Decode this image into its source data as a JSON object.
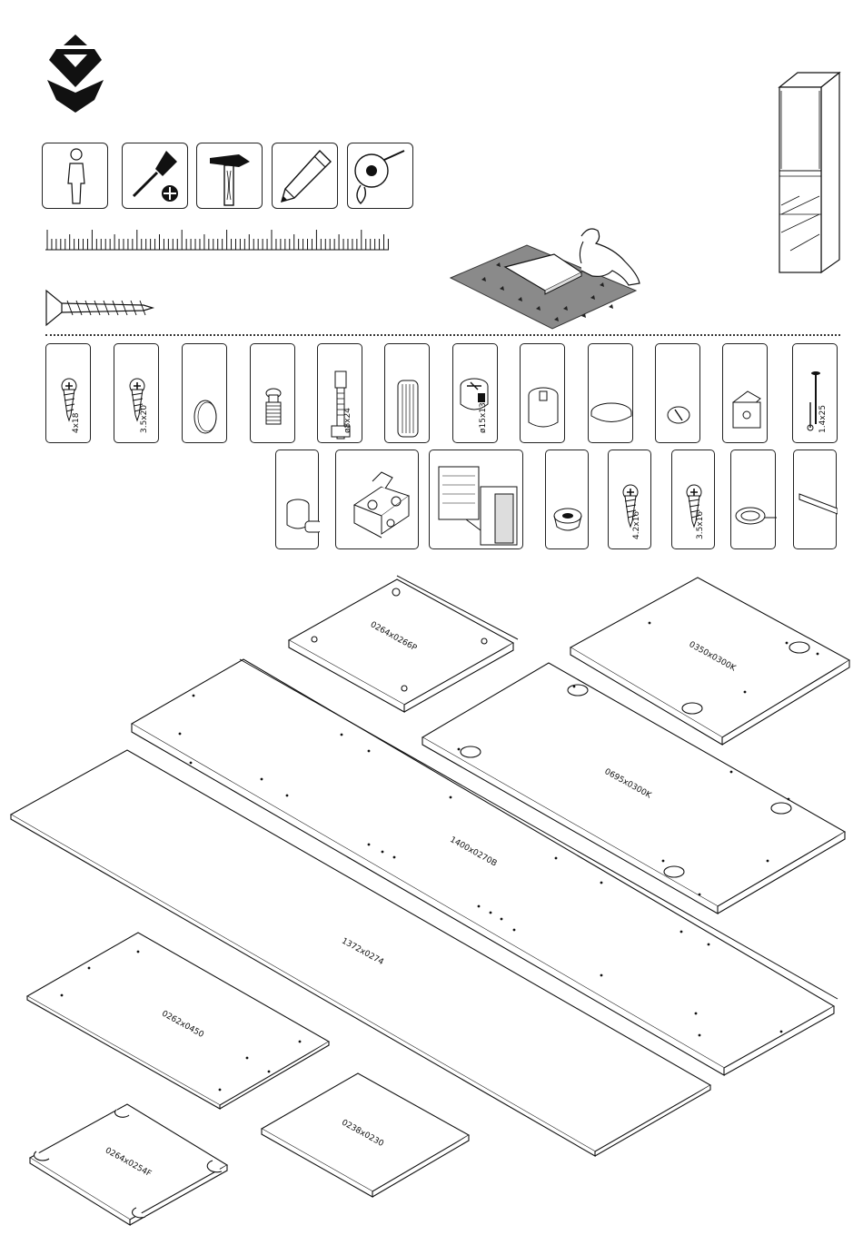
{
  "tools": [
    {
      "name": "person-icon"
    },
    {
      "name": "screwdriver-phillips-icon"
    },
    {
      "name": "hammer-icon"
    },
    {
      "name": "pencil-icon"
    },
    {
      "name": "tape-measure-icon"
    }
  ],
  "hardware": {
    "row1": [
      {
        "icon": "screw-icon",
        "label": "4x18"
      },
      {
        "icon": "screw-icon",
        "label": "3.5x20"
      },
      {
        "icon": "cap-disc-icon",
        "label": ""
      },
      {
        "icon": "connector-bolt-icon",
        "label": ""
      },
      {
        "icon": "cam-pin-icon",
        "label": "ø8x24"
      },
      {
        "icon": "wood-dowel-icon",
        "label": ""
      },
      {
        "icon": "cam-lock-icon",
        "label": "ø15x13"
      },
      {
        "icon": "cam-cup-icon",
        "label": ""
      },
      {
        "icon": "flat-disc-icon",
        "label": ""
      },
      {
        "icon": "cover-cap-icon",
        "label": ""
      },
      {
        "icon": "bracket-icon",
        "label": ""
      },
      {
        "icon": "nail-icon",
        "label": "1.4x25"
      }
    ],
    "row2": [
      {
        "icon": "shelf-support-icon",
        "label": ""
      },
      {
        "icon": "hinge-icon",
        "label": ""
      },
      {
        "icon": "hinge-plate-icon",
        "label": ""
      },
      {
        "icon": "grommet-icon",
        "label": ""
      },
      {
        "icon": "screw-icon",
        "label": "4.2x16"
      },
      {
        "icon": "screw-icon",
        "label": "3.5x16"
      },
      {
        "icon": "felt-pad-icon",
        "label": ""
      },
      {
        "icon": "edge-strip-icon",
        "label": ""
      }
    ]
  },
  "panels": [
    {
      "label": "0264x0266P"
    },
    {
      "label": "0350x0300K"
    },
    {
      "label": "0695x0300K"
    },
    {
      "label": "1400x0270B"
    },
    {
      "label": "1372x0274"
    },
    {
      "label": "0262x0450"
    },
    {
      "label": "0238x0230"
    },
    {
      "label": "0264x0254F"
    }
  ]
}
